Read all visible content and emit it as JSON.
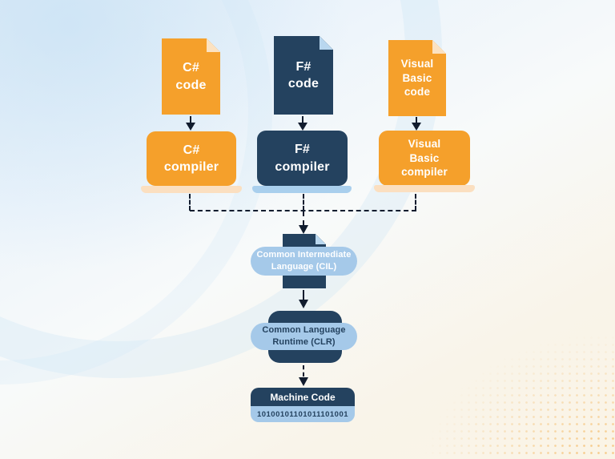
{
  "colors": {
    "orange": "#F5A02B",
    "orange_fold": "#FCE2C1",
    "orange_base": "#FBDFC0",
    "navy": "#24425F",
    "navy_fold": "#B9D7EF",
    "blue_base": "#A9CFED",
    "light_blue": "#A5C9E9",
    "arrow": "#111C2E"
  },
  "sources": [
    {
      "doc_lines": [
        "C#",
        "code"
      ],
      "compiler_lines": [
        "C#",
        "compiler"
      ]
    },
    {
      "doc_lines": [
        "F#",
        "code"
      ],
      "compiler_lines": [
        "F#",
        "compiler"
      ]
    },
    {
      "doc_lines": [
        "Visual",
        "Basic",
        "code"
      ],
      "compiler_lines": [
        "Visual",
        "Basic",
        "compiler"
      ]
    }
  ],
  "pipeline": {
    "cil": {
      "lines": [
        "Common Intermediate",
        "Language (CIL)"
      ]
    },
    "clr": {
      "lines": [
        "Common Language",
        "Runtime (CLR)"
      ]
    },
    "machine_code": {
      "label": "Machine Code",
      "binary": "10100101101011101001"
    }
  }
}
